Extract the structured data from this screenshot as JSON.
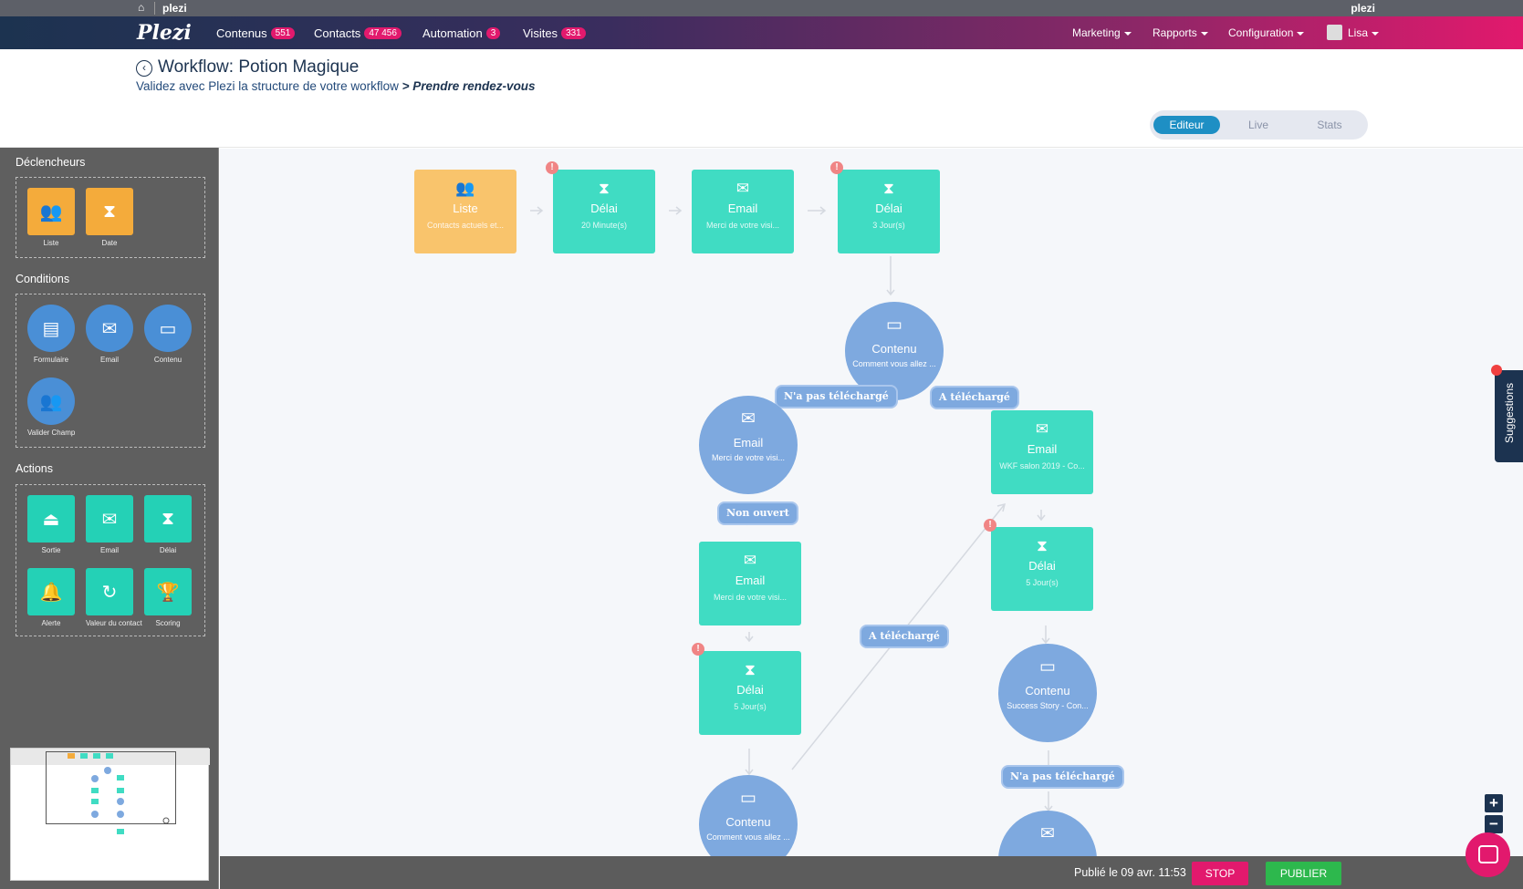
{
  "os": {
    "title": "plezi",
    "title_right": "plezi"
  },
  "nav": {
    "logo": "Plezi",
    "items": [
      {
        "label": "Contenus",
        "badge": "551"
      },
      {
        "label": "Contacts",
        "badge": "47 456"
      },
      {
        "label": "Automation",
        "badge": "3"
      },
      {
        "label": "Visites",
        "badge": "331"
      }
    ],
    "right": [
      "Marketing",
      "Rapports",
      "Configuration",
      "Lisa"
    ]
  },
  "header": {
    "title": "Workflow: Potion Magique",
    "subtitle": "Validez avec Plezi la structure de votre workflow",
    "crumb": "> Prendre rendez-vous",
    "tabs": [
      "Editeur",
      "Live",
      "Stats"
    ],
    "active_tab": "Editeur"
  },
  "sidebar": {
    "triggers_title": "Déclencheurs",
    "triggers": [
      "Liste",
      "Date"
    ],
    "conditions_title": "Conditions",
    "conditions": [
      "Formulaire",
      "Email",
      "Contenu",
      "Valider Champ"
    ],
    "actions_title": "Actions",
    "actions": [
      "Sortie",
      "Email",
      "Délai",
      "Alerte",
      "Valeur du contact",
      "Scoring"
    ]
  },
  "workflow": {
    "n1": {
      "title": "Liste",
      "sub": "Contacts actuels et..."
    },
    "n2": {
      "title": "Délai",
      "sub": "20 Minute(s)"
    },
    "n3": {
      "title": "Email",
      "sub": "Merci de votre visi..."
    },
    "n4": {
      "title": "Délai",
      "sub": "3 Jour(s)"
    },
    "c1": {
      "title": "Contenu",
      "sub": "Comment vous allez ..."
    },
    "c2": {
      "title": "Email",
      "sub": "Merci de votre visi..."
    },
    "n5": {
      "title": "Email",
      "sub": "WKF salon 2019 - Co..."
    },
    "n6": {
      "title": "Email",
      "sub": "Merci de votre visi..."
    },
    "n7": {
      "title": "Délai",
      "sub": "5 Jour(s)"
    },
    "n8": {
      "title": "Délai",
      "sub": "5 Jour(s)"
    },
    "c3": {
      "title": "Contenu",
      "sub": "Success Story - Con..."
    },
    "c4": {
      "title": "Contenu",
      "sub": "Comment vous allez ..."
    },
    "labels": {
      "not_downloaded": "N'a pas téléchargé",
      "downloaded": "A téléchargé",
      "not_opened": "Non ouvert"
    }
  },
  "suggestions": "Suggestions",
  "footer": {
    "published": "Publié le 09 avr. 11:53",
    "stop": "STOP",
    "publish": "PUBLIER"
  },
  "colors": {
    "trigger": "#f4ab3b",
    "condition": "#4a8fd6",
    "action": "#24d1b6",
    "stop": "#e2196d",
    "publish": "#2db84d"
  }
}
